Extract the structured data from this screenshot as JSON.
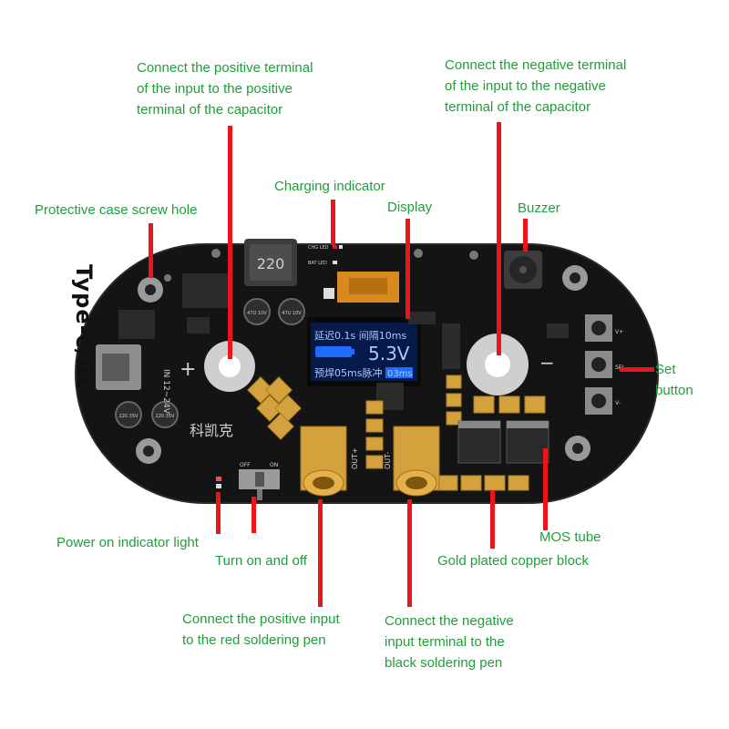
{
  "labels": {
    "pos_input": [
      "Connect the positive terminal",
      "of the input to the positive",
      "terminal of the capacitor"
    ],
    "neg_input": [
      "Connect the negative terminal",
      "of the input to the negative",
      "terminal of the capacitor"
    ],
    "charging": "Charging indicator",
    "display": "Display",
    "screw_hole": "Protective case screw hole",
    "buzzer": "Buzzer",
    "set_button": [
      "Set",
      "button"
    ],
    "mos_tube": "MOS tube",
    "copper_block": "Gold plated copper block",
    "power_light": "Power on indicator light",
    "switch": "Turn on and off",
    "red_pen": [
      "Connect the positive input",
      "to the red soldering pen"
    ],
    "black_pen": [
      "Connect the negative",
      "input terminal to the",
      "black soldering pen"
    ],
    "type_c": "Type-c/Dc"
  },
  "board": {
    "inductor_value": "220",
    "display_line1": "延迟0.1s 间隔10ms",
    "display_voltage": "5.3V",
    "display_line3": "预焊05ms脉冲",
    "display_highlight": "03ms",
    "input_voltage": "IN 12~24V",
    "brand": "科凯克",
    "switch_off": "OFF",
    "switch_on": "ON",
    "out_pos": "OUT+",
    "out_neg": "OUT-",
    "plus_sign": "+",
    "minus_sign": "−",
    "sel_label": "SEL",
    "vplus_label": "V+",
    "vminus_label": "V-",
    "cap_text_1": "47U 10V",
    "cap_text_2": "47U 10V",
    "cap_text_3": "220 35V",
    "cap_text_4": "220 35V",
    "chg_led": "CHG LED",
    "bat_led": "BAT LED"
  },
  "colors": {
    "label": "#1f9e3a",
    "line": "#e8161b",
    "pcb": "#141414",
    "gold": "#d4a23c",
    "oled_bg": "#061a4a",
    "oled_bar": "#1e6cff"
  }
}
